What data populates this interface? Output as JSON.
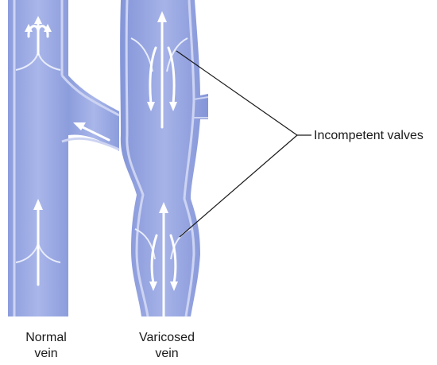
{
  "labels": {
    "valves": "Incompetent valves",
    "normal_vein": [
      "Normal",
      "vein"
    ],
    "varicosed_vein": [
      "Varicosed",
      "vein"
    ]
  },
  "colors": {
    "vein_fill": "#9aa9e2",
    "vein_dark": "#7f8fd6",
    "vein_wall": "#c9d0f0",
    "arrow": "#ffffff",
    "leader_line": "#1a1a1a"
  }
}
